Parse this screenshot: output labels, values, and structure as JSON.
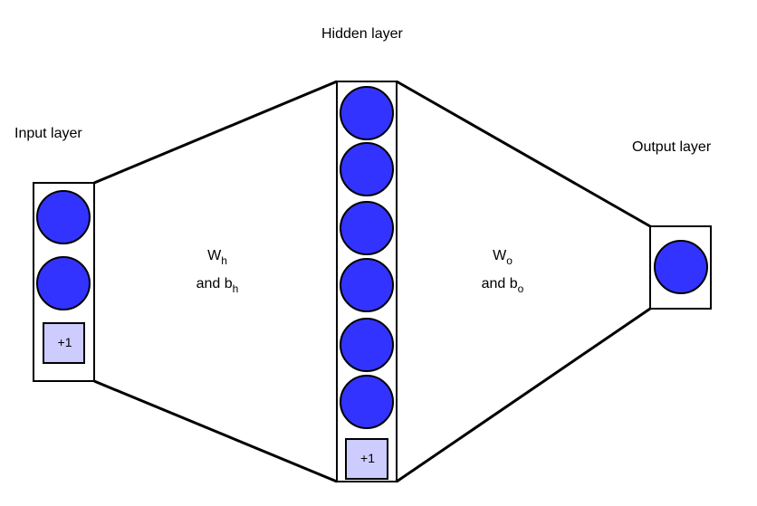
{
  "layers": {
    "input": {
      "title": "Input layer",
      "neurons": 2,
      "bias_label": "+1"
    },
    "hidden": {
      "title": "Hidden layer",
      "neurons": 6,
      "bias_label": "+1"
    },
    "output": {
      "title": "Output layer",
      "neurons": 1
    }
  },
  "connections": {
    "input_to_hidden": {
      "w": "W",
      "w_sub": "h",
      "and": "and b",
      "b_sub": "h"
    },
    "hidden_to_output": {
      "w": "W",
      "w_sub": "o",
      "and": "and b",
      "b_sub": "o"
    }
  },
  "colors": {
    "neuron_fill": "#3333ff",
    "bias_fill": "#ccccff",
    "stroke": "#000000",
    "background": "#ffffff"
  }
}
